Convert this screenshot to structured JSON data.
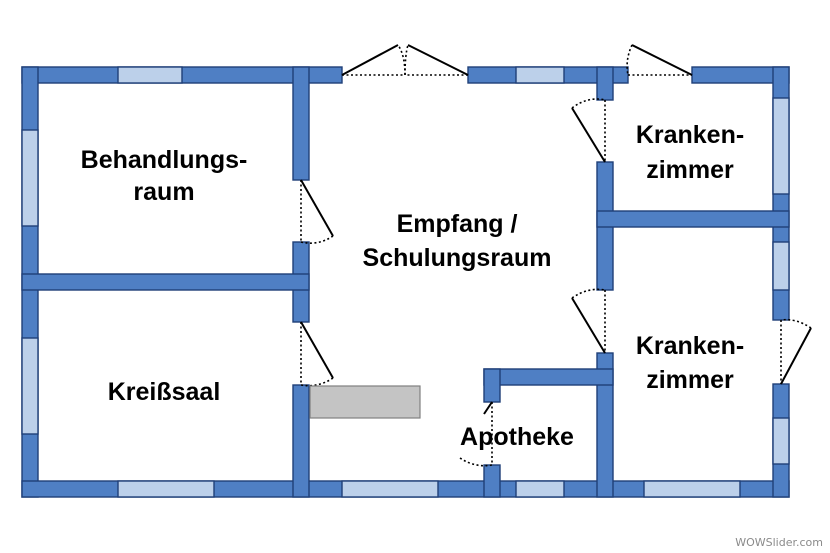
{
  "rooms": {
    "behandlungsraum": {
      "line1": "Behandlungs-",
      "line2": "raum"
    },
    "empfang": {
      "line1": "Empfang /",
      "line2": "Schulungsraum"
    },
    "krankenzimmer_1": {
      "line1": "Kranken-",
      "line2": "zimmer"
    },
    "krankenzimmer_2": {
      "line1": "Kranken-",
      "line2": "zimmer"
    },
    "kreisssaal": {
      "line1": "Kreißsaal"
    },
    "apotheke": {
      "line1": "Apotheke"
    }
  },
  "watermark": "WOWSlider.com",
  "colors": {
    "wall": "#4f7fc4",
    "window": "#bcd0ea",
    "wall_outline": "#1f3f78",
    "furniture": "#c4c4c4"
  }
}
